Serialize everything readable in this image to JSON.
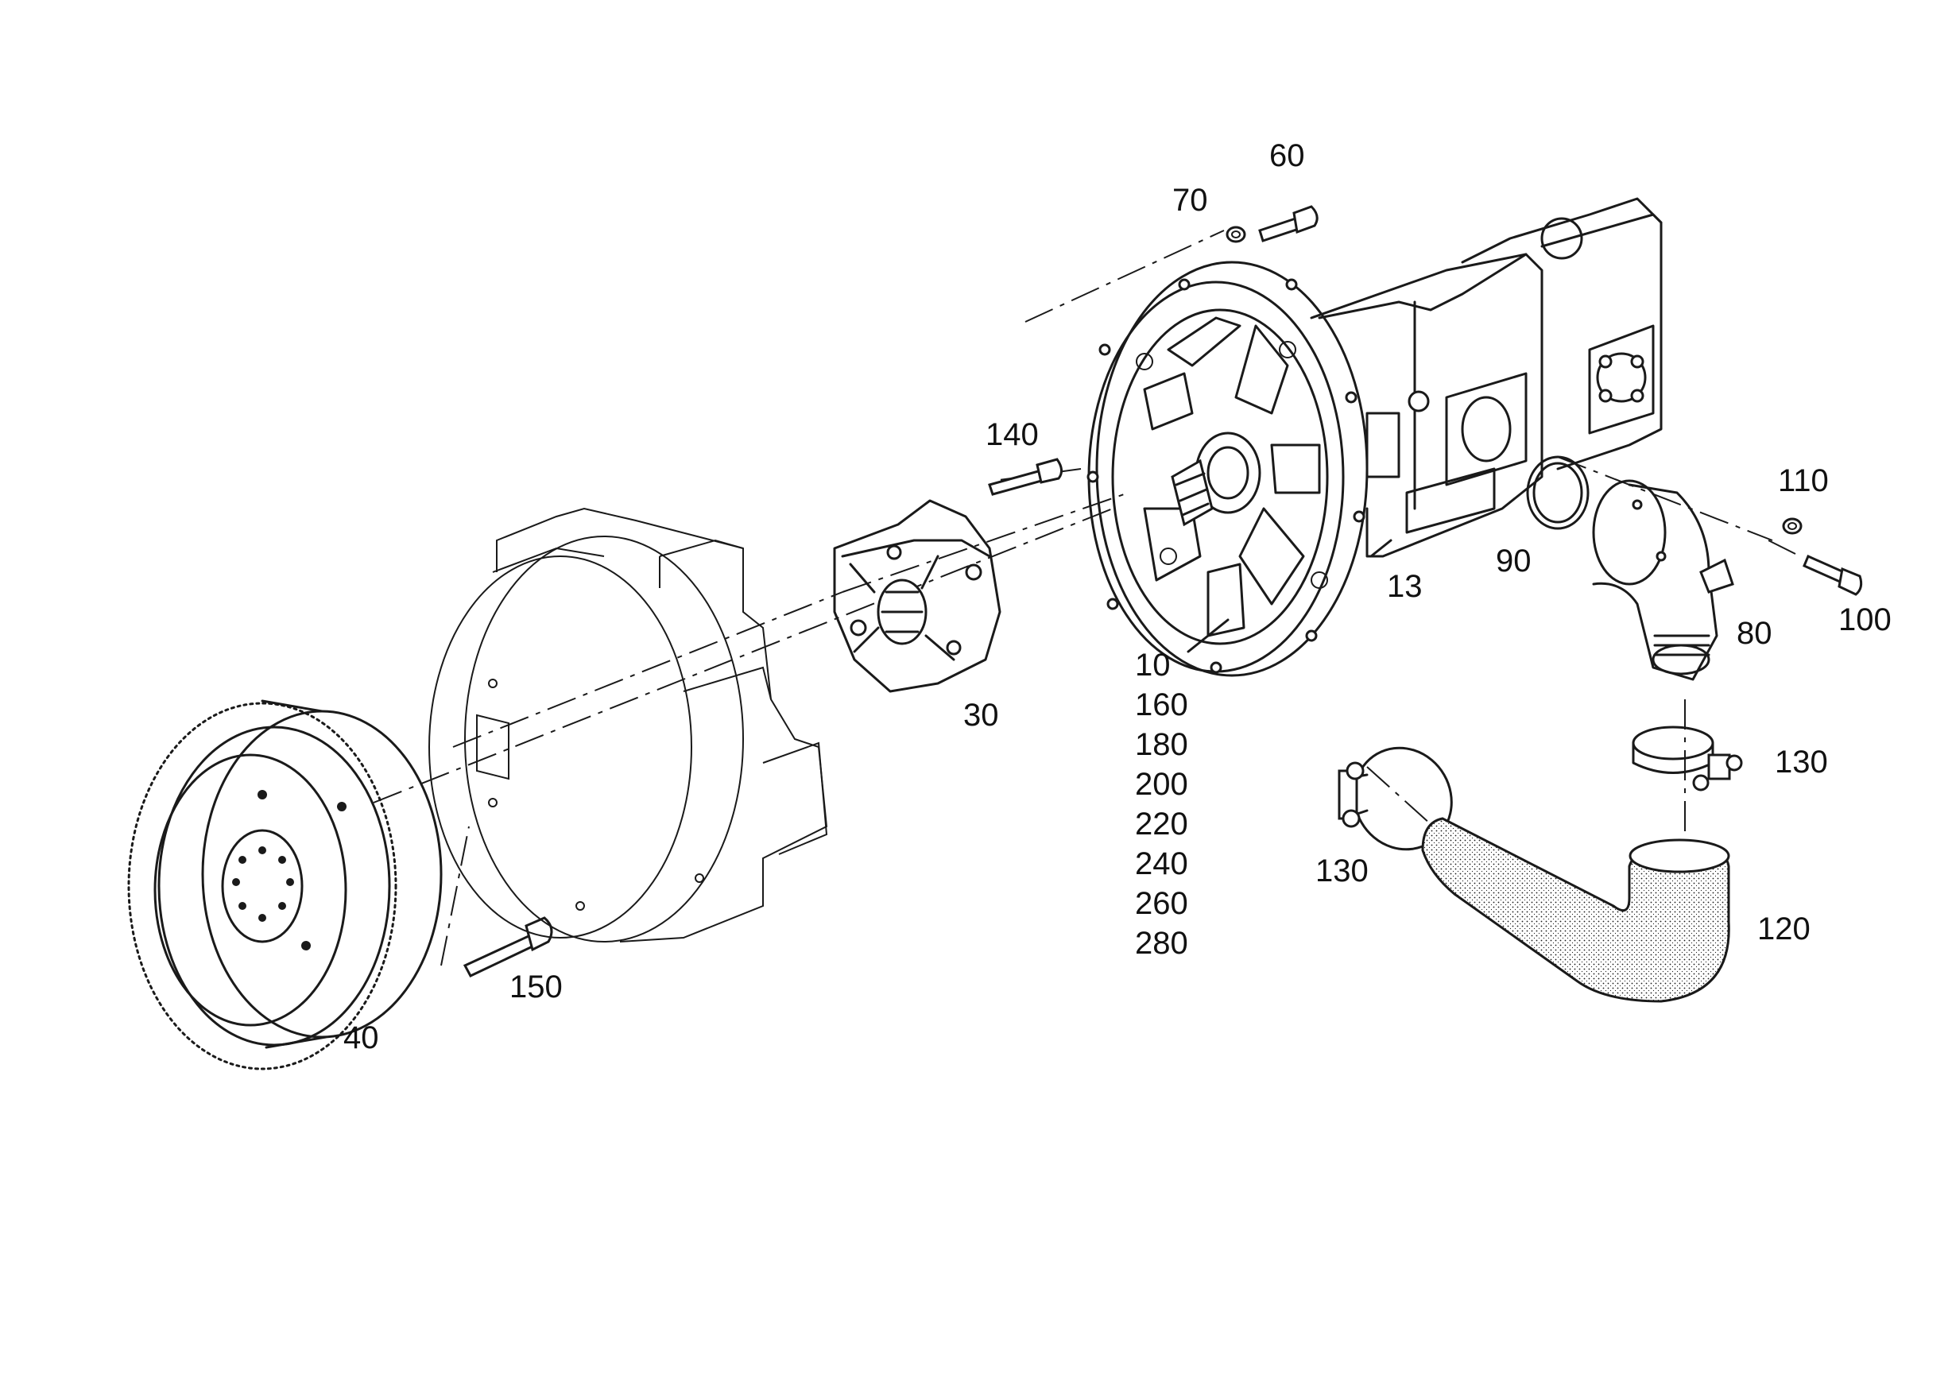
{
  "diagram": {
    "colors": {
      "line": "#1a1a1a",
      "background": "#ffffff"
    },
    "callouts": {
      "p60": "60",
      "p70": "70",
      "p140": "140",
      "p110": "110",
      "p90": "90",
      "p13": "13",
      "p100": "100",
      "p80": "80",
      "p30": "30",
      "p130_right": "130",
      "p130_left": "130",
      "p120": "120",
      "p150": "150",
      "p40": "40",
      "stack": [
        "10",
        "160",
        "180",
        "200",
        "220",
        "240",
        "260",
        "280"
      ]
    }
  }
}
